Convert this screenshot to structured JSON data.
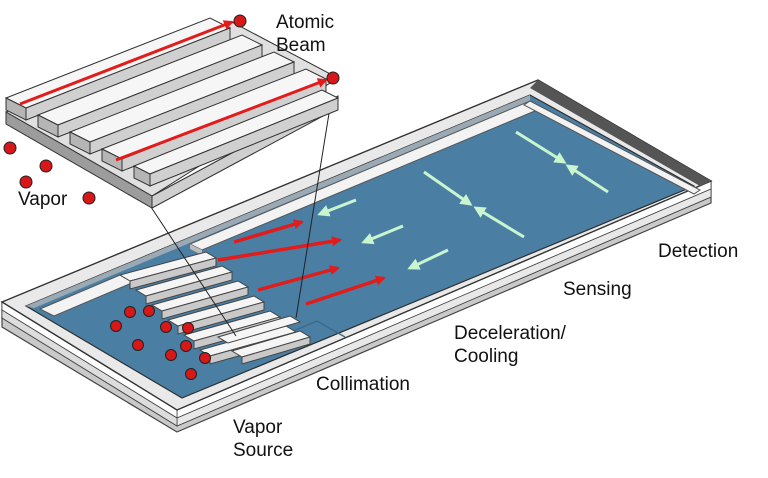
{
  "colors": {
    "chip_surface": "#4a7fa3",
    "chip_surface_dark": "#3f7192",
    "chip_edge_light": "#ffffff",
    "chip_edge_grey": "#b9b9b9",
    "chip_frame": "#4b4b4b",
    "atom": "#d81818",
    "beam_arrow": "#e21b1b",
    "cooling_arrow": "#c9f5cf",
    "channel_wall": "#f2f2f2",
    "channel_shadow": "#bdbdbd"
  },
  "labels": {
    "atomic": "Atomic",
    "beam": "Beam",
    "vapor": "Vapor",
    "detection": "Detection",
    "sensing": "Sensing",
    "deceleration": "Deceleration/",
    "cooling": "Cooling",
    "collimation": "Collimation",
    "vapor_source_1": "Vapor",
    "vapor_source_2": "Source"
  },
  "icons": {
    "atom": "red-circle",
    "beam_arrow": "red-arrow",
    "cooling_arrow": "light-green-arrow"
  }
}
